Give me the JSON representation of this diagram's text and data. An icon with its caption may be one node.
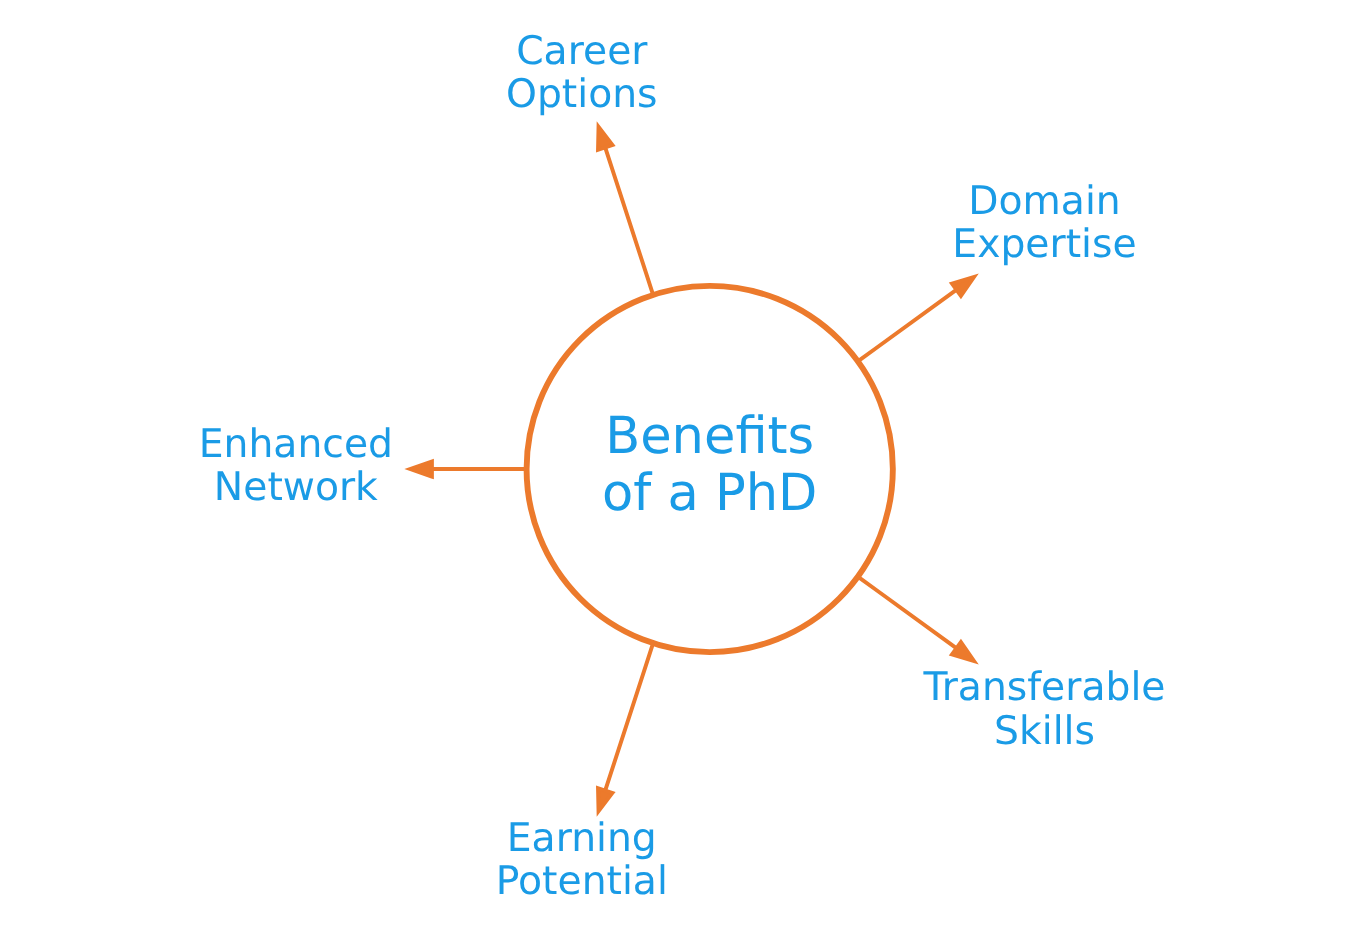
{
  "diagram": {
    "nodes": [
      {
        "text": [
          "Career Options"
        ]
      },
      {
        "text": [
          "Domain Expertise"
        ]
      },
      {
        "text": [
          "Benefits of a PhD"
        ]
      },
      {
        "text": [
          "Enhanced Network"
        ]
      },
      {
        "text": [
          "Transferable Skills"
        ]
      },
      {
        "text": [
          "Earning Potential"
        ]
      }
    ],
    "edges": [
      {
        "from": 2,
        "to": 0,
        "arrow": "to"
      },
      {
        "from": 2,
        "to": 1,
        "arrow": "to"
      },
      {
        "from": 2,
        "to": 3,
        "arrow": "to"
      },
      {
        "from": 2,
        "to": 4,
        "arrow": "to"
      },
      {
        "from": 2,
        "to": 5,
        "arrow": "to"
      }
    ]
  }
}
